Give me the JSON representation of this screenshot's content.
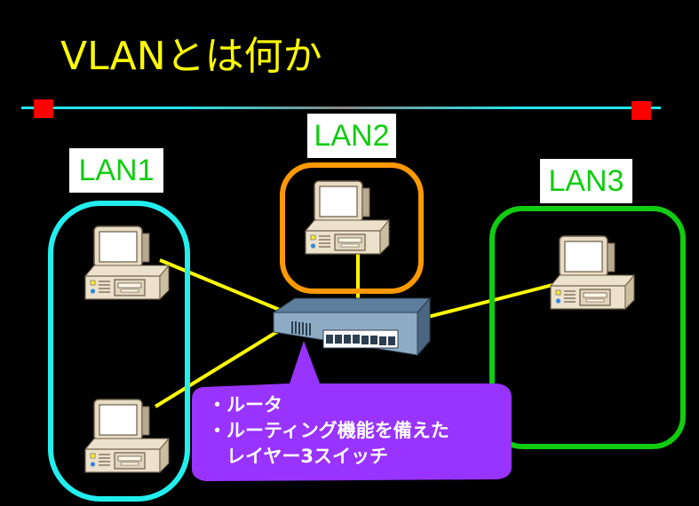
{
  "slide": {
    "title": "VLANとは何か",
    "colors": {
      "background": "#000000",
      "title": "#ffff00",
      "rule": "#22e6ee",
      "marker": "#ff0000",
      "label_text": "#11cc11",
      "cable": "#ffff00",
      "callout": "#9933ff"
    }
  },
  "lans": [
    {
      "label": "LAN1",
      "color": "#22eeee",
      "computers": 2
    },
    {
      "label": "LAN2",
      "color": "#ff9900",
      "computers": 1
    },
    {
      "label": "LAN3",
      "color": "#11cc11",
      "computers": 1
    }
  ],
  "device": {
    "name": "switch",
    "ports": 8
  },
  "callout": {
    "lines": [
      "・ルータ",
      "・ルーティング機能を備えた",
      "　レイヤー3スイッチ"
    ]
  }
}
